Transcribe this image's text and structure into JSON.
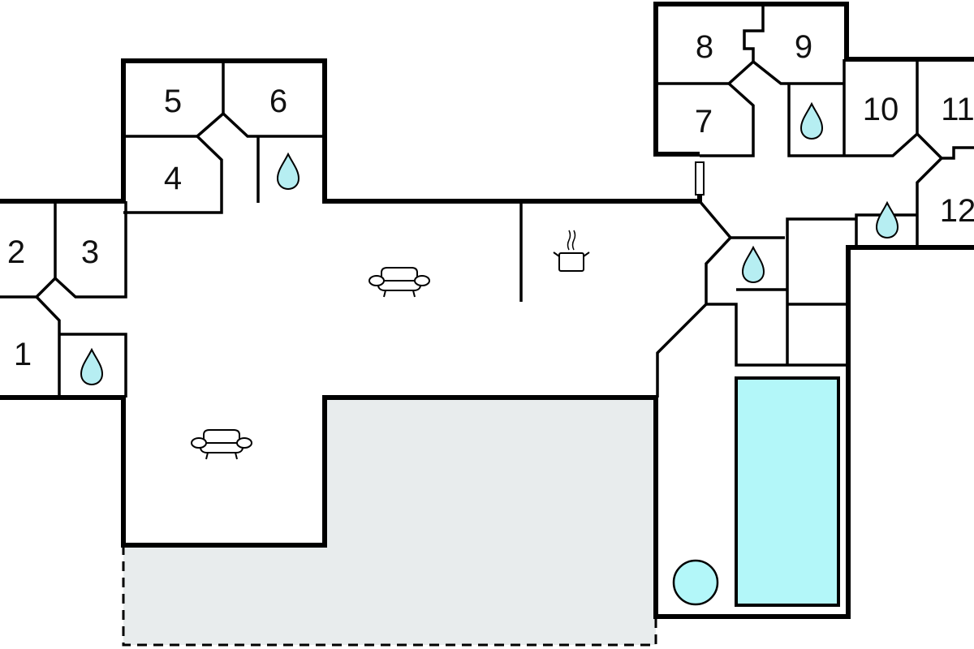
{
  "plan": {
    "rooms": [
      {
        "label": "1"
      },
      {
        "label": "2"
      },
      {
        "label": "3"
      },
      {
        "label": "4"
      },
      {
        "label": "5"
      },
      {
        "label": "6"
      },
      {
        "label": "7"
      },
      {
        "label": "8"
      },
      {
        "label": "9"
      },
      {
        "label": "10"
      },
      {
        "label": "11"
      },
      {
        "label": "12"
      }
    ],
    "icons": [
      "bathroom-drop-icon",
      "sofa-icon",
      "kitchen-pot-icon",
      "pool",
      "hot-tub"
    ],
    "colors": {
      "water": "#b3f7f9",
      "terrace": "#e8eced",
      "wall": "#000000"
    }
  }
}
